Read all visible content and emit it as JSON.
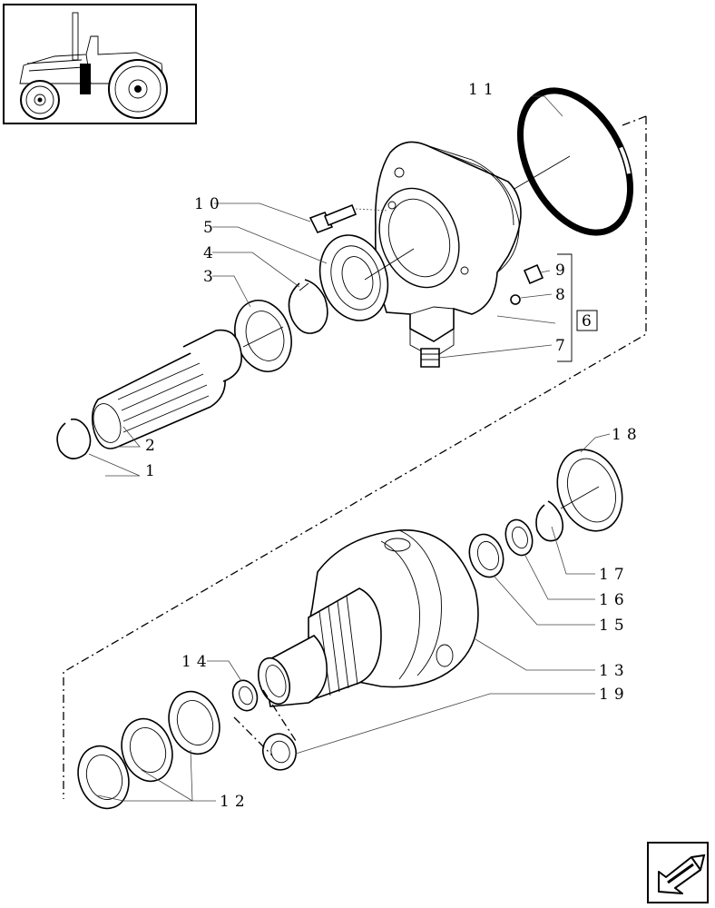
{
  "callouts": {
    "c1": "1",
    "c2": "2",
    "c3": "3",
    "c4": "4",
    "c5": "5",
    "c6": "6",
    "c7": "7",
    "c8": "8",
    "c9": "9",
    "c10": "10",
    "c11": "11",
    "c12": "12",
    "c13": "13",
    "c14": "14",
    "c15": "15",
    "c16": "16",
    "c17": "17",
    "c18": "18",
    "c19": "19"
  },
  "icons": {
    "thumbnail": "tractor-thumbnail",
    "navigation": "next-page-arrow-icon"
  }
}
